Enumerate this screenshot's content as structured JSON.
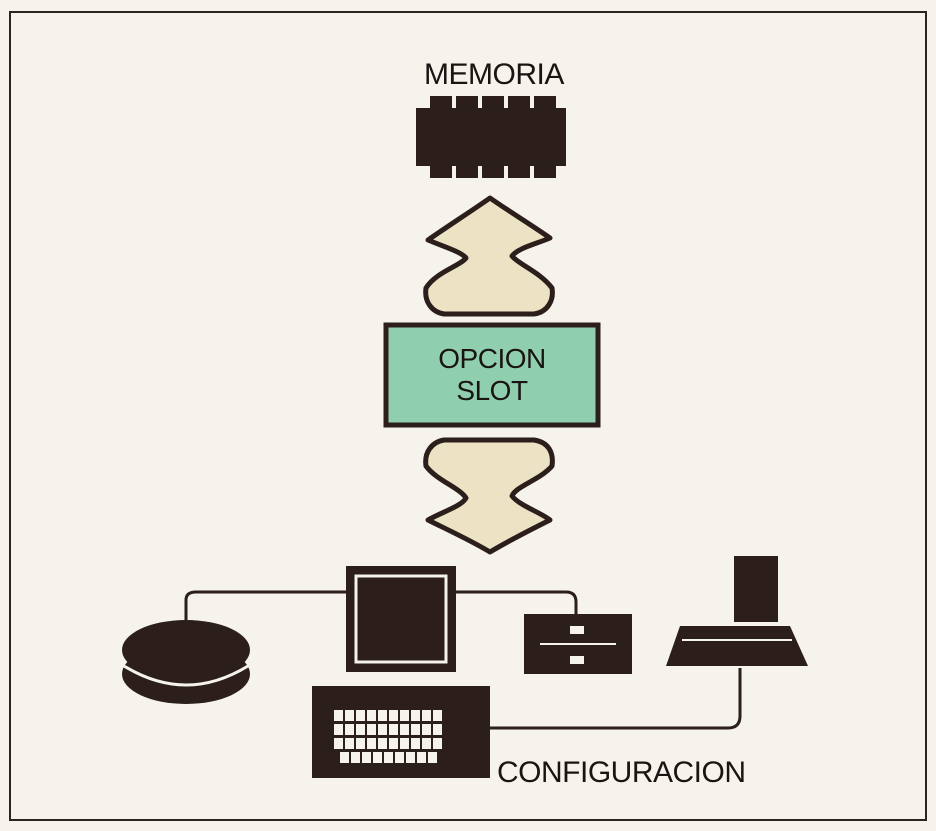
{
  "diagram": {
    "memory_label": "MEMORIA",
    "slot_label_line1": "OPCION",
    "slot_label_line2": "SLOT",
    "configuration_label": "CONFIGURACION"
  },
  "colors": {
    "background": "#f6f3ec",
    "frame": "#2a2422",
    "ink": "#2b1e1b",
    "slot_fill": "#8fcfb0",
    "arrow_fill": "#ece2c4"
  },
  "icons": {
    "memory": "memory-chip-icon",
    "up_arrow": "up-arrow-icon",
    "down_arrow": "down-arrow-icon",
    "drive": "disk-drive-icon",
    "monitor": "monitor-icon",
    "floppy": "floppy-drive-icon",
    "printer": "printer-icon",
    "keyboard": "keyboard-icon"
  }
}
